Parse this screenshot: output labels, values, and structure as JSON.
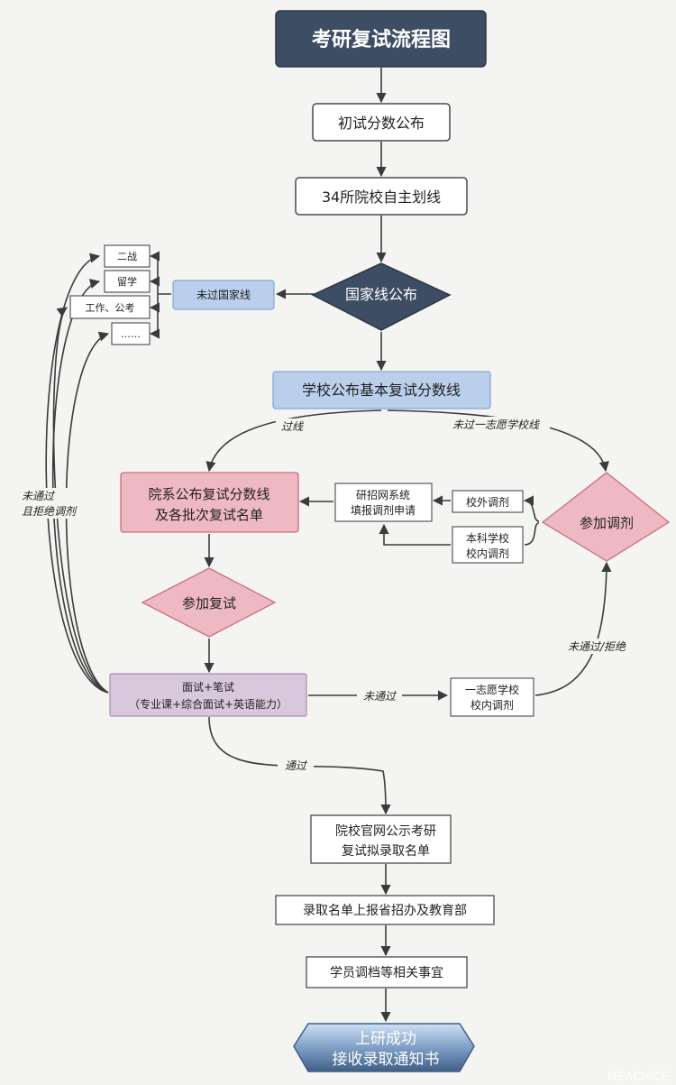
{
  "title": "考研复试流程图",
  "nodes": {
    "initial_score": "初试分数公布",
    "line34": "34所院校自主划线",
    "national_line": "国家线公布",
    "not_national": "未过国家线",
    "opt_second": "二战",
    "opt_abroad": "留学",
    "opt_work": "工作、公考",
    "opt_more": "……",
    "school_line": "学校公布基本复试分数线",
    "dept_line_1": "院系公布复试分数线",
    "dept_line_2": "及各批次复试名单",
    "retest": "参加复试",
    "net_1": "研招网系统",
    "net_2": "填报调剂申请",
    "outside": "校外调剂",
    "inside_1": "本科学校",
    "inside_2": "校内调剂",
    "adjust": "参加调剂",
    "exam_1": "面试+笔试",
    "exam_2": "（专业课+综合面试+英语能力）",
    "first_choice_1": "一志愿学校",
    "first_choice_2": "校内调剂",
    "publicity_1": "院校官网公示考研",
    "publicity_2": "复试拟录取名单",
    "report": "录取名单上报省招办及教育部",
    "files": "学员调档等相关事宜",
    "success_1": "上研成功",
    "success_2": "接收录取通知书"
  },
  "edge_labels": {
    "passed_line": "过线",
    "not_first_choice": "未过一志愿学校线",
    "fail_reject_1": "未通过",
    "fail_reject_2": "且拒绝调剂",
    "not_passed": "未通过",
    "fail_or_reject": "未通过/拒绝",
    "passed": "通过"
  },
  "watermark": "MEACHICE",
  "colors": {
    "navy": "#3d4d63",
    "blue_fill": "#b9cfec",
    "pink_fill": "#eeb9c2",
    "pink_stroke": "#c96f7e",
    "purple_fill": "#d9c7dd",
    "white_fill": "#ffffff",
    "arrow": "#3b3b3b",
    "background": "#f4f4f2"
  }
}
